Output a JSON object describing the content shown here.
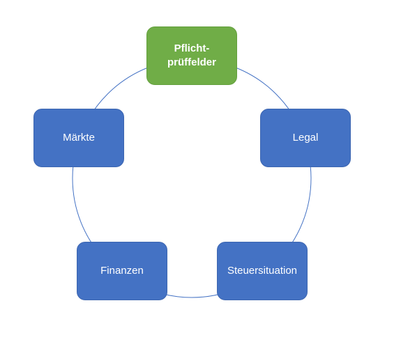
{
  "diagram": {
    "colors": {
      "highlight": "#70ad47",
      "node": "#4472c4",
      "connector": "#4472c4",
      "text": "#ffffff"
    },
    "nodes": [
      {
        "id": "pflichtprueffelder",
        "label": "Pflicht-\nprüffelder",
        "highlighted": true
      },
      {
        "id": "legal",
        "label": "Legal",
        "highlighted": false
      },
      {
        "id": "steuersituation",
        "label": "Steuersituation",
        "highlighted": false
      },
      {
        "id": "finanzen",
        "label": "Finanzen",
        "highlighted": false
      },
      {
        "id": "maerkte",
        "label": "Märkte",
        "highlighted": false
      }
    ]
  }
}
